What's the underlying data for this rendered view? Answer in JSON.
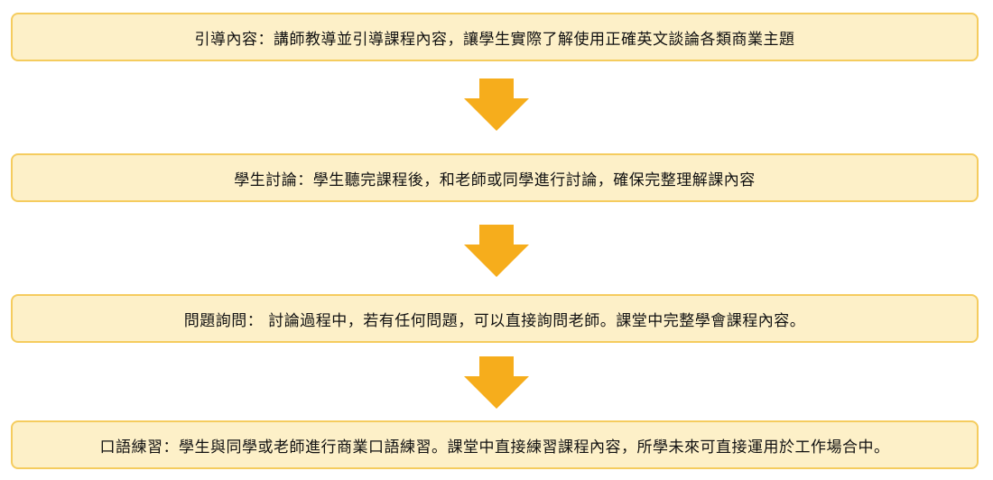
{
  "flow": {
    "arrow_color": "#f6ad1c",
    "box_fill": "#fdf0c8",
    "box_border": "#f5cc5e",
    "steps": [
      {
        "text": "引導內容：講師教導並引導課程內容，讓學生實際了解使用正確英文談論各類商業主題"
      },
      {
        "text": "學生討論：學生聽完課程後，和老師或同學進行討論，確保完整理解課內容"
      },
      {
        "text": "問題詢問： 討論過程中，若有任何問題，可以直接詢問老師。課堂中完整學會課程內容。"
      },
      {
        "text": "口語練習：學生與同學或老師進行商業口語練習。課堂中直接練習課程內容，所學未來可直接運用於工作場合中。"
      }
    ]
  }
}
